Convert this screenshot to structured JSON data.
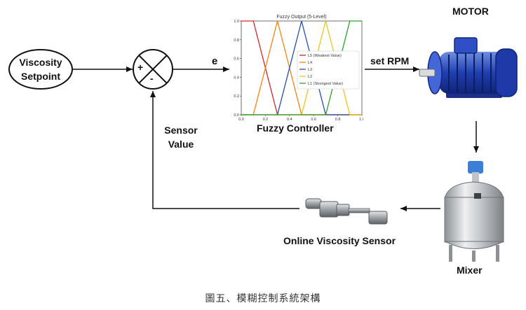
{
  "labels": {
    "setpoint": [
      "Viscosity",
      "Setpoint"
    ],
    "plus": "+",
    "minus": "-",
    "error": "e",
    "controller": "Fuzzy Controller",
    "set_rpm": "set RPM",
    "motor": "MOTOR",
    "mixer": "Mixer",
    "sensor": "Online Viscosity Sensor",
    "feedback": [
      "Sensor",
      "Value"
    ]
  },
  "caption": "圖五、模糊控制系統架構",
  "chart_data": {
    "type": "line",
    "title": "Fuzzy Output (5-Level)",
    "xlim": [
      0.0,
      1.0
    ],
    "ylim": [
      0.0,
      1.0
    ],
    "xticks": [
      "0.0",
      "0.2",
      "0.4",
      "0.6",
      "0.8",
      "1.0"
    ],
    "yticks": [
      "0.0",
      "0.2",
      "0.4",
      "0.6",
      "0.8",
      "1.0"
    ],
    "legend_position": "right",
    "series": [
      {
        "name": "L5 (Weakest Value)",
        "color": "#d62728",
        "x": [
          0.0,
          0.1,
          0.3,
          1.0
        ],
        "y": [
          1,
          1,
          0,
          0
        ]
      },
      {
        "name": "L4",
        "color": "#ff7f0e",
        "x": [
          0.0,
          0.1,
          0.3,
          0.5,
          1.0
        ],
        "y": [
          0,
          0,
          1,
          0,
          0
        ]
      },
      {
        "name": "L3",
        "color": "#1f4fb4",
        "x": [
          0.0,
          0.3,
          0.5,
          0.7,
          1.0
        ],
        "y": [
          0,
          0,
          1,
          0,
          0
        ]
      },
      {
        "name": "L2",
        "color": "#f2c314",
        "x": [
          0.0,
          0.5,
          0.7,
          0.9,
          1.0
        ],
        "y": [
          0,
          0,
          1,
          0,
          0
        ]
      },
      {
        "name": "L1 (Strongest Value)",
        "color": "#2ca02c",
        "x": [
          0.0,
          0.7,
          0.9,
          1.0
        ],
        "y": [
          0,
          0,
          1,
          1
        ]
      }
    ]
  }
}
